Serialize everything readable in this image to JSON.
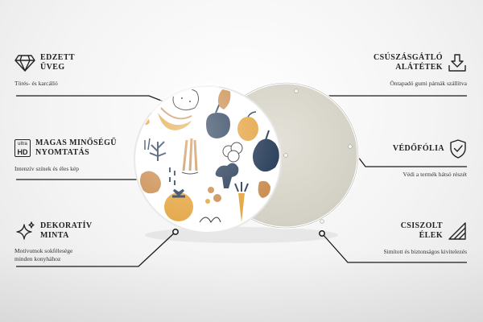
{
  "features_left": [
    {
      "icon": "diamond-icon",
      "title_line1": "EDZETT",
      "title_line2": "ÜVEG",
      "desc_line1": "Törés- és karcálló",
      "desc_line2": ""
    },
    {
      "icon": "ultra-hd-icon",
      "icon_top": "ultra",
      "icon_main": "HD",
      "title_line1": "MAGAS MINŐSÉGŰ",
      "title_line2": "NYOMTATÁS",
      "desc_line1": "Intenzív színek és éles kép",
      "desc_line2": ""
    },
    {
      "icon": "sparkle-icon",
      "title_line1": "DEKORATÍV",
      "title_line2": "MINTA",
      "desc_line1": "Motívumok sokfélesége",
      "desc_line2": "minden konyhához"
    }
  ],
  "features_right": [
    {
      "icon": "download-tray-icon",
      "title_line1": "CSÚSZÁSGÁTLÓ",
      "title_line2": "ALÁTÉTEK",
      "desc_line1": "Öntapadó gumi párnák szállítva"
    },
    {
      "icon": "shield-check-icon",
      "title_line1": "VÉDŐFÓLIA",
      "title_line2": "",
      "desc_line1": "Védi a termék hátsó részét"
    },
    {
      "icon": "bevel-edge-icon",
      "title_line1": "CSISZOLT",
      "title_line2": "ÉLEK",
      "desc_line1": "Simított és biztonságos kivitelezés"
    }
  ],
  "colors": {
    "navy": "#1f3552",
    "orange": "#e3a23c",
    "tan": "#c98a4b",
    "back_plate": "#d9d7cc"
  }
}
